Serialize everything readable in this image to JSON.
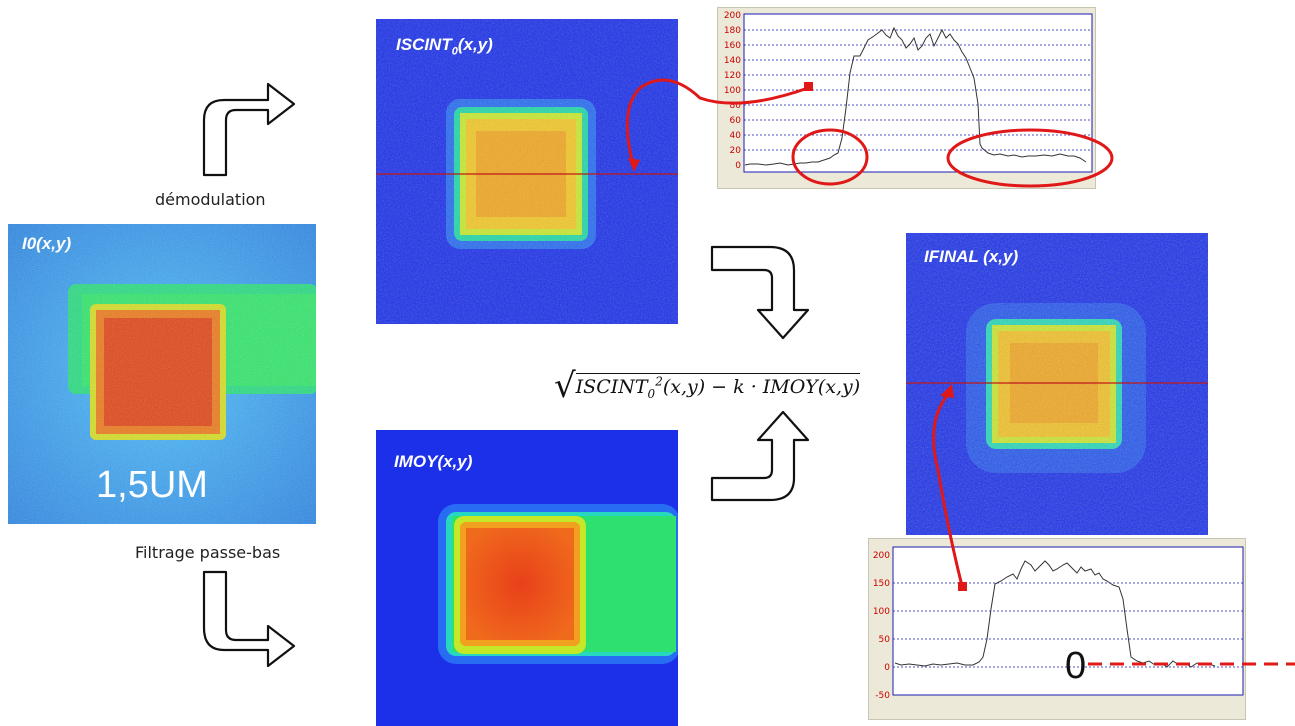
{
  "panels": {
    "i0": {
      "title": "I0(x,y)",
      "big_label": "1,5UM"
    },
    "iscint": {
      "title_main": "ISCINT",
      "title_sub": "0",
      "title_args": "(x,y)"
    },
    "imoy": {
      "title": "IMOY(x,y)"
    },
    "ifinal": {
      "title": "IFINAL (x,y)"
    }
  },
  "captions": {
    "demodulation": "démodulation",
    "filtrage": "Filtrage passe-bas"
  },
  "formula": {
    "term1": "ISCINT",
    "sub": "0",
    "sup": "2",
    "rest": "(x,y) − k · IMOY(x,y)"
  },
  "plot_top": {
    "y_ticks": [
      "200",
      "180",
      "160",
      "140",
      "120",
      "100",
      "80",
      "60",
      "40",
      "20",
      "0"
    ]
  },
  "plot_bottom": {
    "y_ticks": [
      "200",
      "150",
      "100",
      "50",
      "0",
      "-50"
    ],
    "zero_label": "0"
  },
  "colors": {
    "background_blue": "#1a2ee8",
    "annotation_red": "#e01818",
    "grid_blue": "#1a1ab0",
    "axis_label_red": "#cc0000"
  }
}
